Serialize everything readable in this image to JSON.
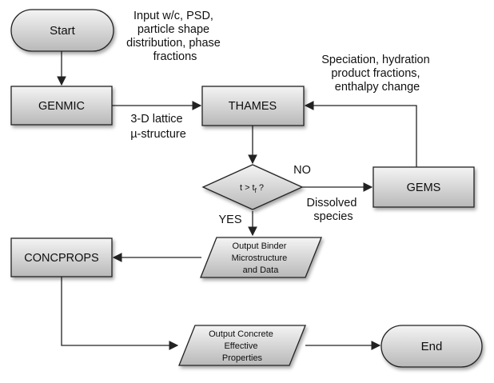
{
  "nodes": {
    "start": "Start",
    "genmic": "GENMIC",
    "thames": "THAMES",
    "decision_main": "t > t",
    "decision_sub": "f",
    "decision_tail": " ?",
    "gems": "GEMS",
    "concprops": "CONCPROPS",
    "output_binder": [
      "Output Binder",
      "Microstructure",
      "and Data"
    ],
    "output_concrete": [
      "Output Concrete",
      "Effective",
      "Properties"
    ],
    "end": "End"
  },
  "annotations": {
    "inputs": [
      "Input w/c, PSD,",
      "particle shape",
      "distribution, phase",
      "fractions"
    ],
    "gems_feedback": [
      "Speciation, hydration",
      "product fractions,",
      "enthalpy change"
    ],
    "lattice": [
      "3-D lattice",
      "µ-structure"
    ],
    "no": "NO",
    "yes": "YES",
    "dissolved": [
      "Dissolved",
      "species"
    ]
  },
  "colors": {
    "node_fill_top": "#f4f4f4",
    "node_fill_bottom": "#b8b8b8",
    "stroke": "#222222"
  }
}
